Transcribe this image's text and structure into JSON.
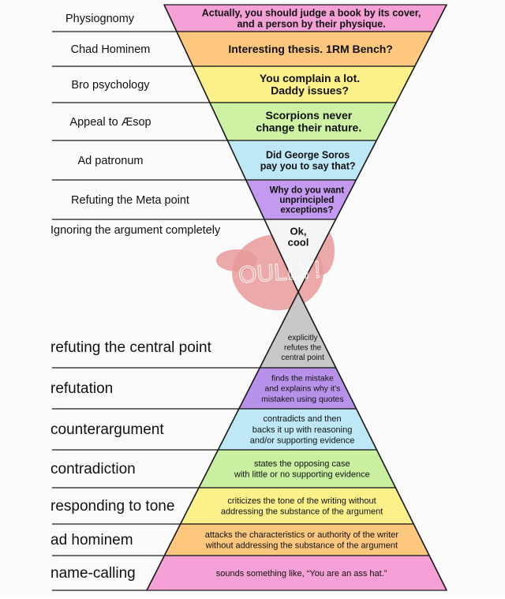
{
  "top": {
    "rows": [
      {
        "label": "Physiognomy",
        "text": [
          "Actually, you should judge a book by its cover,",
          "and a person by their physique."
        ],
        "color": "#f5a0d6"
      },
      {
        "label": "Chad Hominem",
        "text": [
          "Interesting thesis. 1RM Bench?"
        ],
        "color": "#fdc77e"
      },
      {
        "label": "Bro psychology",
        "text": [
          "You complain a lot.",
          "Daddy issues?"
        ],
        "color": "#fbf08a"
      },
      {
        "label": "Appeal to Æsop",
        "text": [
          "Scorpions never",
          "change their nature."
        ],
        "color": "#cdf2a4"
      },
      {
        "label": "Ad patronum",
        "text": [
          "Did George Soros",
          "pay you to say that?"
        ],
        "color": "#bfe8f6"
      },
      {
        "label": "Refuting the Meta point",
        "text": [
          "Why do you want",
          "unprincipled",
          "exceptions?"
        ],
        "color": "#c39af0"
      },
      {
        "label": "Ignoring the argument completely",
        "text": [
          "Ok,",
          "cool"
        ],
        "color": "#f4f4f4"
      }
    ]
  },
  "bottom": {
    "rows": [
      {
        "label": "refuting the central point",
        "text": [
          "explicitly",
          "refutes the",
          "central point"
        ],
        "color": "#c8c8c8"
      },
      {
        "label": "refutation",
        "text": [
          "finds the mistake",
          "and explains why it's",
          "mistaken using quotes"
        ],
        "color": "#b892ea"
      },
      {
        "label": "counterargument",
        "text": [
          "contradicts and then",
          "backs it up with reasoning",
          "and/or supporting evidence"
        ],
        "color": "#bfe8f6"
      },
      {
        "label": "contradiction",
        "text": [
          "states the opposing case",
          "with little or no supporting evidence"
        ],
        "color": "#c8f0a0"
      },
      {
        "label": "responding to tone",
        "text": [
          "criticizes the tone of the writing without",
          "addressing the substance of the argument"
        ],
        "color": "#fbf08a"
      },
      {
        "label": "ad hominem",
        "text": [
          "attacks the characteristics or authority of the writer",
          "without addressing the substance of the argument"
        ],
        "color": "#fdc77e"
      },
      {
        "label": "name-calling",
        "text": [
          "sounds something like, “You are an ass hat.”"
        ],
        "color": "#f5a0d6"
      }
    ]
  },
  "watermark": {
    "text": "OULLY!"
  },
  "colors": {
    "line": "#1a1a1a",
    "text": "#111111",
    "background": "#fbfbfb",
    "mascot": "#e89a9a"
  }
}
